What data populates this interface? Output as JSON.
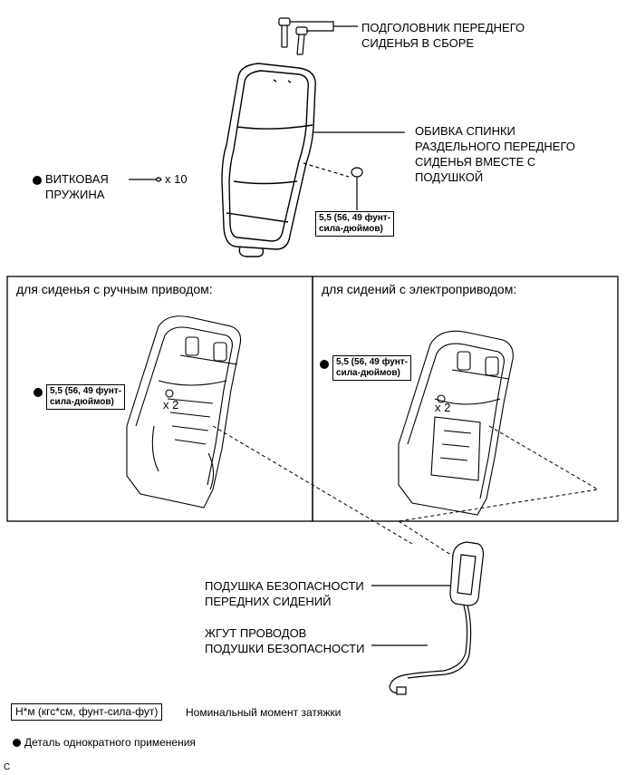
{
  "labels": {
    "headrest": "ПОДГОЛОВНИК ПЕРЕДНЕГО\nСИДЕНЬЯ В СБОРЕ",
    "seatback_cover": "ОБИВКА СПИНКИ\nРАЗДЕЛЬНОГО ПЕРЕДНЕГО\nСИДЕНЬЯ ВМЕСТЕ С\nПОДУШКОЙ",
    "coil_spring": "ВИТКОВАЯ\nПРУЖИНА",
    "coil_qty": "x 10",
    "airbag": "ПОДУШКА БЕЗОПАСНОСТИ\nПЕРЕДНИХ СИДЕНИЙ",
    "harness": "ЖГУТ ПРОВОДОВ\nПОДУШКИ БЕЗОПАСНОСТИ",
    "x2_left": "x 2",
    "x2_right": "x 2",
    "corner_code": "C"
  },
  "torque": {
    "top": "5,5 (56, 49 фунт-\nсила-дюймов)",
    "left_panel": "5,5 (56, 49 фунт-\nсила-дюймов)",
    "right_panel": "5,5 (56, 49 фунт-\nсила-дюймов)"
  },
  "panels": {
    "manual": "для сиденья с ручным приводом:",
    "power": "для сидений с электроприводом:"
  },
  "legend": {
    "torque_units": "Н*м (кгс*см, фунт-сила-фут)",
    "torque_desc": "Номинальный момент затяжки",
    "single_use": "Деталь однократного применения"
  }
}
